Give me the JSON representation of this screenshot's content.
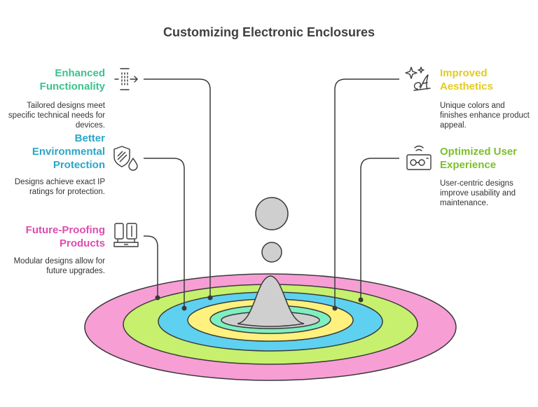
{
  "title": "Customizing Electronic Enclosures",
  "colors": {
    "ring_outer": "#F79ED5",
    "ring_2": "#C6F06E",
    "ring_3": "#5ED1F0",
    "ring_4": "#FFF17E",
    "ring_5": "#7EEFC0",
    "peak": "#CFCFCF",
    "line": "#3a3a3a"
  },
  "items": {
    "enhanced": {
      "title": "Enhanced Functionality",
      "description": "Tailored designs meet specific technical needs for devices.",
      "color": "#3DC28E",
      "icon": "expand-arrows-icon"
    },
    "environmental": {
      "title": "Better Environmental Protection",
      "description": "Designs achieve exact IP ratings for protection.",
      "color": "#2AA6C8",
      "icon": "shield-droplet-icon"
    },
    "future": {
      "title": "Future-Proofing Products",
      "description": "Modular designs allow for future upgrades.",
      "color": "#DE4BB0",
      "icon": "devices-icon"
    },
    "aesthetics": {
      "title": "Improved Aesthetics",
      "description": "Unique colors and finishes enhance product appeal.",
      "color": "#E3CB1F",
      "icon": "sparkle-letter-icon"
    },
    "ux": {
      "title": "Optimized User Experience",
      "description": "User-centric designs improve usability and maintenance.",
      "color": "#7DBE2D",
      "icon": "remote-device-icon"
    }
  }
}
